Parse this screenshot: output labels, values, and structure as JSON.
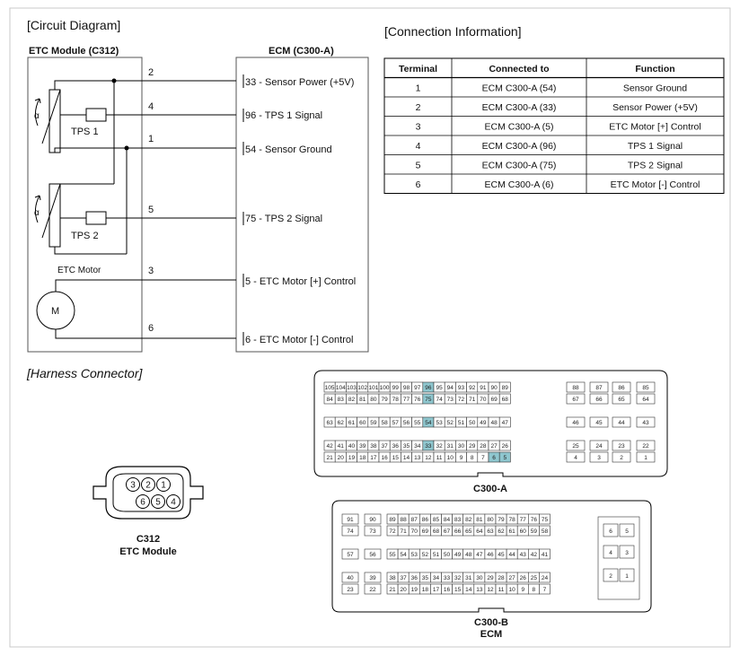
{
  "sections": {
    "circuit_title": "[Circuit Diagram]",
    "connection_title": "[Connection Information]",
    "harness_title": "[Harness Connector]"
  },
  "circuit": {
    "etc_header": "ETC Module (C312)",
    "ecm_header": "ECM (C300-A)",
    "tps1": "TPS 1",
    "tps2": "TPS 2",
    "alpha": "α",
    "etc_motor": "ETC Motor",
    "motor": "M",
    "wires": [
      {
        "num": "2",
        "label": "33 - Sensor Power (+5V)"
      },
      {
        "num": "4",
        "label": "96 - TPS 1 Signal"
      },
      {
        "num": "1",
        "label": "54 - Sensor Ground"
      },
      {
        "num": "5",
        "label": "75 - TPS 2 Signal"
      },
      {
        "num": "3",
        "label": "5 - ETC Motor [+] Control"
      },
      {
        "num": "6",
        "label": "6 - ETC Motor [-] Control"
      }
    ]
  },
  "connection_table": {
    "headers": [
      "Terminal",
      "Connected to",
      "Function"
    ],
    "rows": [
      [
        "1",
        "ECM C300-A (54)",
        "Sensor Ground"
      ],
      [
        "2",
        "ECM C300-A (33)",
        "Sensor Power (+5V)"
      ],
      [
        "3",
        "ECM C300-A (5)",
        "ETC Motor [+] Control"
      ],
      [
        "4",
        "ECM C300-A (96)",
        "TPS 1 Signal"
      ],
      [
        "5",
        "ECM C300-A (75)",
        "TPS 2 Signal"
      ],
      [
        "6",
        "ECM C300-A (6)",
        "ETC Motor [-] Control"
      ]
    ]
  },
  "c312": {
    "label": "C312",
    "sublabel": "ETC Module",
    "pins_top": [
      "3",
      "2",
      "1"
    ],
    "pins_bottom": [
      "6",
      "5",
      "4"
    ]
  },
  "c300a": {
    "label": "C300-A",
    "highlight_color": "#8fc7cf",
    "highlighted": [
      "96",
      "75",
      "54",
      "33",
      "6",
      "5"
    ],
    "rows": [
      {
        "main": [
          "105",
          "104",
          "103",
          "102",
          "101",
          "100",
          "99",
          "98",
          "97",
          "96",
          "95",
          "94",
          "93",
          "92",
          "91",
          "90",
          "89"
        ],
        "side": [
          "88",
          "87",
          "86",
          "85"
        ]
      },
      {
        "main": [
          "84",
          "83",
          "82",
          "81",
          "80",
          "79",
          "78",
          "77",
          "76",
          "75",
          "74",
          "73",
          "72",
          "71",
          "70",
          "69",
          "68"
        ],
        "side": [
          "67",
          "66",
          "65",
          "64"
        ]
      },
      {
        "main": [
          "63",
          "62",
          "61",
          "60",
          "59",
          "58",
          "57",
          "56",
          "55",
          "54",
          "53",
          "52",
          "51",
          "50",
          "49",
          "48",
          "47"
        ],
        "side": [
          "46",
          "45",
          "44",
          "43"
        ]
      },
      {
        "main": [
          "42",
          "41",
          "40",
          "39",
          "38",
          "37",
          "36",
          "35",
          "34",
          "33",
          "32",
          "31",
          "30",
          "29",
          "28",
          "27",
          "26"
        ],
        "side": [
          "25",
          "24",
          "23",
          "22"
        ]
      },
      {
        "main": [
          "21",
          "20",
          "19",
          "18",
          "17",
          "16",
          "15",
          "14",
          "13",
          "12",
          "11",
          "10",
          "9",
          "8",
          "7",
          "6",
          "5"
        ],
        "side": [
          "4",
          "3",
          "2",
          "1"
        ]
      }
    ]
  },
  "c300b": {
    "label": "C300-B",
    "sublabel": "ECM",
    "rows": [
      {
        "left": [
          "91",
          "90"
        ],
        "main": [
          "89",
          "88",
          "87",
          "86",
          "85",
          "84",
          "83",
          "82",
          "81",
          "80",
          "79",
          "78",
          "77",
          "76",
          "75"
        ]
      },
      {
        "left": [
          "74",
          "73"
        ],
        "main": [
          "72",
          "71",
          "70",
          "69",
          "68",
          "67",
          "66",
          "65",
          "64",
          "63",
          "62",
          "61",
          "60",
          "59",
          "58"
        ]
      },
      {
        "left": [
          "57",
          "56"
        ],
        "main": [
          "55",
          "54",
          "53",
          "52",
          "51",
          "50",
          "49",
          "48",
          "47",
          "46",
          "45",
          "44",
          "43",
          "42",
          "41"
        ]
      },
      {
        "left": [
          "40",
          "39"
        ],
        "main": [
          "38",
          "37",
          "36",
          "35",
          "34",
          "33",
          "32",
          "31",
          "30",
          "29",
          "28",
          "27",
          "26",
          "25",
          "24"
        ]
      },
      {
        "left": [
          "23",
          "22"
        ],
        "main": [
          "21",
          "20",
          "19",
          "18",
          "17",
          "16",
          "15",
          "14",
          "13",
          "12",
          "11",
          "10",
          "9",
          "8",
          "7"
        ]
      }
    ],
    "side": [
      [
        "6",
        "5"
      ],
      [
        "4",
        "3"
      ],
      [
        "2",
        "1"
      ]
    ]
  }
}
